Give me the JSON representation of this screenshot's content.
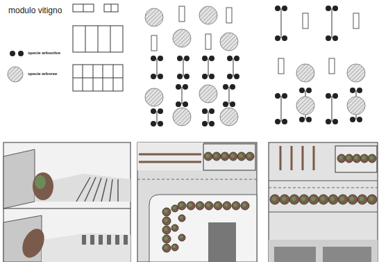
{
  "diagram": {
    "title": "modulo vitigno",
    "legend": [
      {
        "text": "specie arbustive"
      },
      {
        "text": "specie arboree"
      }
    ]
  }
}
